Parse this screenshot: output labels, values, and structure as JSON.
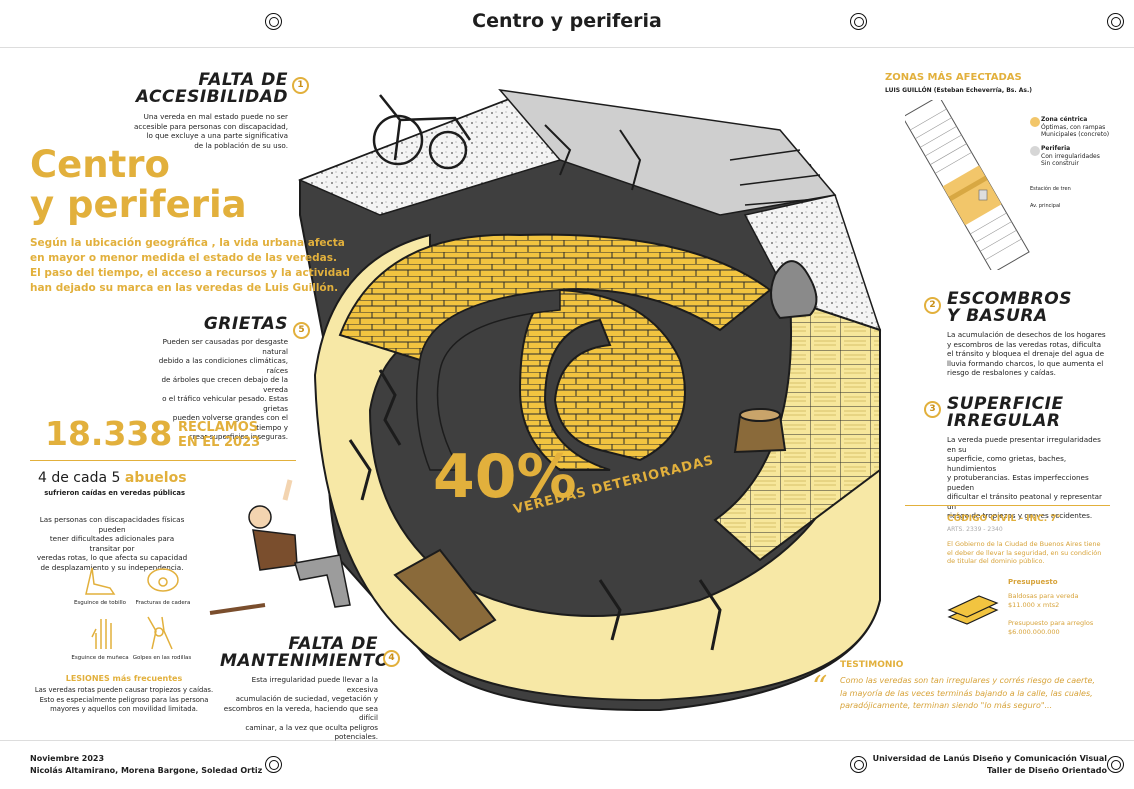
{
  "page_title": "Centro y periferia",
  "hero": {
    "title_line1": "Centro",
    "title_line2": "y periferia",
    "intro_lines": [
      "Según la ubicación geográfica , la vida urbana afecta",
      "en mayor o menor medida el estado de las veredas.",
      "El paso del tiempo, el acceso a recursos y la actividad",
      "han dejado su marca en las veredas de Luis Guillón."
    ]
  },
  "sections": [
    {
      "number": "1",
      "title_lines": [
        "FALTA DE",
        "ACCESIBILIDAD"
      ],
      "body_lines": [
        "Una vereda en mal estado puede no ser",
        "accesible para personas con discapacidad,",
        "lo que excluye a una parte significativa",
        "de la población de su uso."
      ]
    },
    {
      "number": "2",
      "title_lines": [
        "ESCOMBROS",
        "Y BASURA"
      ],
      "body_lines": [
        "La acumulación de desechos de los hogares",
        "y escombros de las veredas rotas, dificulta",
        "el tránsito y bloquea el drenaje del agua de",
        "lluvia formando charcos, lo que aumenta el",
        "riesgo de resbalones y caídas."
      ]
    },
    {
      "number": "3",
      "title_lines": [
        "SUPERFICIE",
        "IRREGULAR"
      ],
      "body_lines": [
        "La vereda puede presentar irregularidades en su",
        "superficie, como grietas, baches, hundimientos",
        "y protuberancias. Estas imperfecciones pueden",
        "dificultar el tránsito peatonal y representar un",
        "riesgo de tropiezos y graves accidentes."
      ]
    },
    {
      "number": "4",
      "title_lines": [
        "FALTA DE",
        "MANTENIMIENTO"
      ],
      "body_lines": [
        "Esta irregularidad puede llevar a la excesiva",
        "acumulación de suciedad, vegetación y",
        "escombros en la vereda, haciendo que sea difícil",
        "caminar, a la vez que oculta peligros potenciales."
      ]
    },
    {
      "number": "5",
      "title_lines": [
        "GRIETAS"
      ],
      "body_lines": [
        "Pueden ser causadas por desgaste natural",
        "debido a las condiciones climáticas, raíces",
        "de árboles que crecen debajo de la vereda",
        "o el tráfico vehicular pesado. Estas grietas",
        "pueden volverse grandes con el tiempo y",
        "crear superficies inseguras."
      ]
    }
  ],
  "stats": {
    "claims_number": "18.338",
    "claims_label_lines": [
      "RECLAMOS",
      "EN EL 2023"
    ],
    "elders_prefix": "4 de cada 5",
    "elders_word": "abuelos",
    "elders_sub": "sufrieron caídas en veredas públicas",
    "disability_lines": [
      "Las personas con discapacidades físicas pueden",
      "tener dificultades adicionales para transitar por",
      "veredas rotas, lo que afecta su capacidad",
      "de desplazamiento y su independencia."
    ],
    "percent": "40%",
    "percent_label": "VEREDAS DETERIORADAS"
  },
  "injuries": {
    "items": [
      {
        "label": "Esguince de tobillo",
        "icon": "ankle-bone-icon"
      },
      {
        "label": "Fracturas de cadera",
        "icon": "hip-bone-icon"
      },
      {
        "label": "Esguince de muñeca",
        "icon": "wrist-bone-icon"
      },
      {
        "label": "Golpes en las rodillas",
        "icon": "knee-bone-icon"
      }
    ],
    "title": "LESIONES más frecuentes",
    "body_lines": [
      "Las veredas rotas pueden causar tropiezos y caídas.",
      "Esto es especialmente peligroso para las persona",
      "mayores y aquellos con movilidad limitada."
    ]
  },
  "zones": {
    "title": "ZONAS MÁS AFECTADAS",
    "subtitle": "LUIS GUILLÓN (Esteban Echeverría, Bs. As.)",
    "legend": [
      {
        "label": "Zona céntrica",
        "desc_lines": [
          "Óptimas, con rampas",
          "Municipales (concreto)"
        ],
        "color": "#f2c66a"
      },
      {
        "label": "Periferia",
        "desc_lines": [
          "Con irregularidades",
          "Sin construir"
        ],
        "color": "#d6d6d6"
      }
    ],
    "map_labels": {
      "station": "Estación de tren",
      "avenue": "Av. principal"
    }
  },
  "law": {
    "title": "CÓDIGO CIVIL - INC. 7°",
    "articles": "ARTS. 2339 - 2340",
    "body_lines": [
      "El Gobierno de la Ciudad de Buenos Aires tiene",
      "el deber de llevar la seguridad, en su condición",
      "de titular del dominio público."
    ],
    "budget_title": "Presupuesto",
    "budget_items": [
      {
        "label": "Baldosas para vereda",
        "value": "$11.000 x mts2"
      },
      {
        "label": "Presupuesto para arreglos",
        "value": "$6.000.000.000"
      }
    ]
  },
  "testimony": {
    "title": "TESTIMONIO",
    "lines": [
      "Como las veredas son tan irregulares y corrés riesgo de caerte,",
      "la mayoría de las veces terminás bajando a la calle, las cuales,",
      "paradójicamente, terminan siendo \"lo más seguro\"..."
    ]
  },
  "footer": {
    "date": "Noviembre 2023",
    "authors": "Nicolás Altamirano, Morena Bargone, Soledad Ortiz",
    "university": "Universidad de Lanús Diseño y Comunicación Visual",
    "workshop": "Taller de Diseño Orientado"
  },
  "colors": {
    "gold": "#e2b03c",
    "paver": "#f2c440",
    "cream": "#f7e8a6",
    "dark": "#3d3d3d",
    "gray": "#cfcfcf"
  }
}
